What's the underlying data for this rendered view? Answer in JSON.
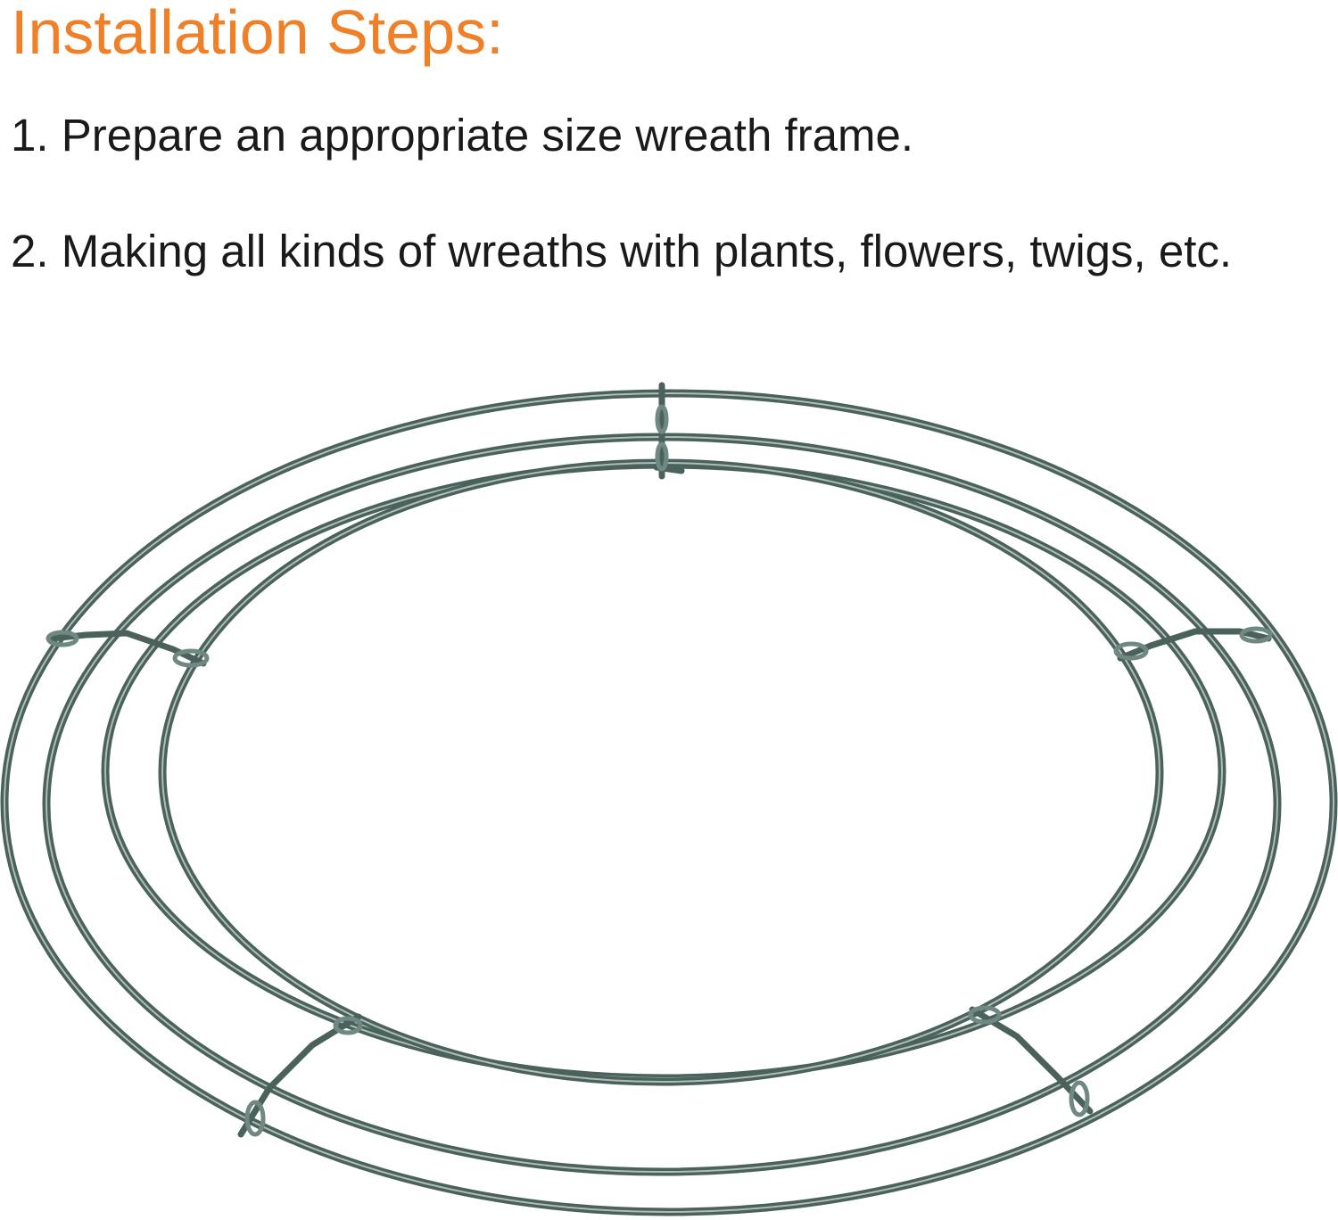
{
  "heading": {
    "title": "Installation Steps:"
  },
  "steps": [
    {
      "text": "1. Prepare an appropriate size wreath frame."
    },
    {
      "text": "2. Making all kinds of wreaths with plants, flowers, twigs, etc."
    }
  ],
  "figure": {
    "subject": "wire-wreath-frame-image",
    "ring_count": 4
  },
  "colors": {
    "title": "#f08028",
    "text": "#1a1a1a",
    "wire": "#4f6962",
    "background": "#ffffff"
  }
}
